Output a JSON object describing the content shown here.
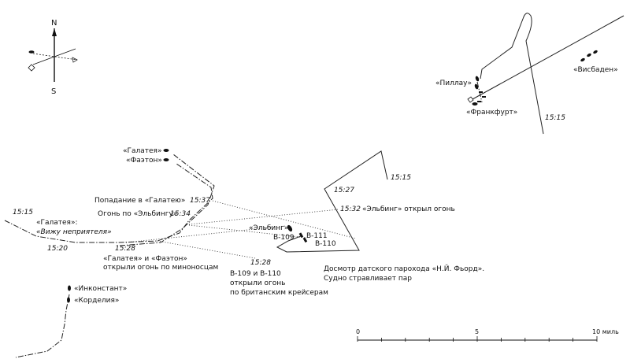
{
  "compass": {
    "north": "N",
    "south": "S"
  },
  "ships": {
    "pillau": "«Пиллау»",
    "frankfurt": "«Франкфурт»",
    "wiesbaden": "«Висбаден»",
    "galatea": "«Галатея»",
    "phaeton": "«Фаэтон»",
    "elbing": "«Эльбинг»",
    "b109": "B-109",
    "b111": "B-111",
    "b110": "B-110",
    "inconstant": "«Инконстант»",
    "cordelia": "«Корделия»"
  },
  "times": {
    "t1515_ne": "15:15",
    "t1515_mid": "15:15",
    "t1527": "15:27",
    "t1515_w": "15:15",
    "t1520": "15:20",
    "t1528_w": "15:28",
    "t1528_c": "15:28"
  },
  "annotations": {
    "hit_galatea": "Попадание в «Галатею»",
    "hit_time": "15:37",
    "fire_elbing": "Огонь по «Эльбингу»",
    "fire_elbing_time": "15:34",
    "elbing_fire_time": "15:32",
    "elbing_fire": "«Эльбинг» открыл огонь",
    "galatea_colon": "«Галатея»:",
    "see_enemy": "«Вижу неприятеля»",
    "gal_pha_fire_1": "«Галатея» и «Фаэтон»",
    "gal_pha_fire_2": "открыли огонь по миноносцам",
    "b_fire_1": "B-109 и B-110",
    "b_fire_2": "открыли огонь",
    "b_fire_3": "по британским крейсерам",
    "inspect_1": "Досмотр датского парохода «Н.Й. Фьорд».",
    "inspect_2": "Судно стравливает пар"
  },
  "scale": {
    "label_0": "0",
    "label_5": "5",
    "label_10": "10 миль",
    "max_miles": 10
  }
}
